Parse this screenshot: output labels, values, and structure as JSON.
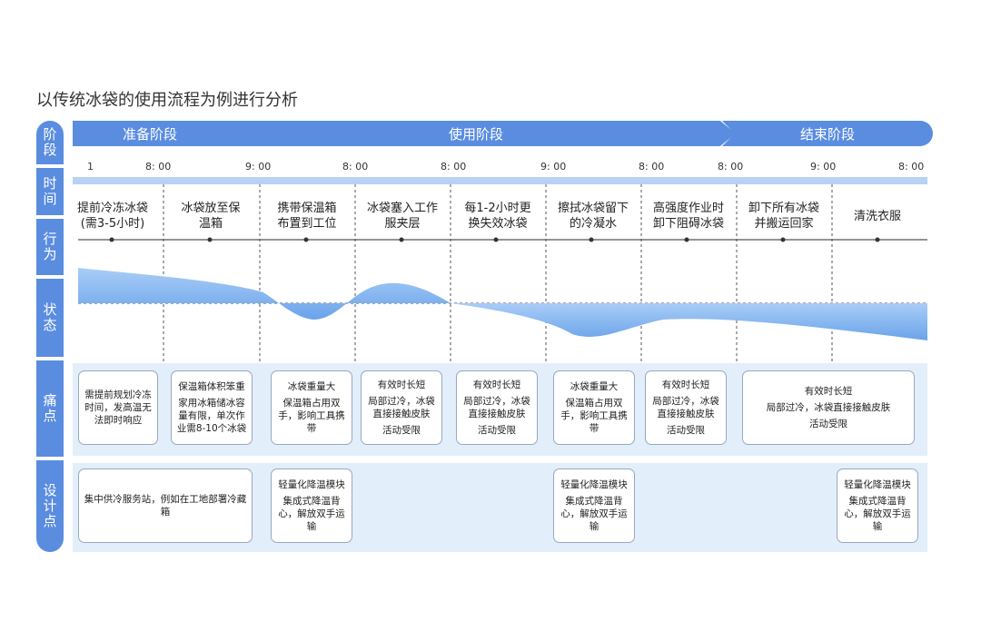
{
  "title": "以传统冰袋的使用流程为例进行分析",
  "row_labels": [
    "阶段",
    "时间",
    "行为",
    "状态",
    "痛点",
    "设计点"
  ],
  "stages": [
    "准备阶段",
    "使用阶段",
    "结束阶段"
  ],
  "times": [
    "1",
    "8: 00",
    "9: 00",
    "8: 00",
    "8: 00",
    "9: 00",
    "8: 00",
    "8: 00",
    "9: 00",
    "8: 00"
  ],
  "behaviors": [
    [
      "提前冷冻冰袋",
      "(需3-5小时)"
    ],
    [
      "冰袋放至保",
      "温箱"
    ],
    [
      "携带保温箱",
      "布置到工位"
    ],
    [
      "冰袋塞入工作",
      "服夹层"
    ],
    [
      "每1-2小时更",
      "换失效冰袋"
    ],
    [
      "擦拭冰袋留下",
      "的冷凝水"
    ],
    [
      "高强度作业时",
      "卸下阻碍冰袋"
    ],
    [
      "卸下所有冰袋",
      "并搬运回家"
    ],
    [
      "清洗衣服"
    ]
  ],
  "pain_points": [
    [
      "需提前规划冷冻时间，发高温无法即时响应"
    ],
    [
      "保温箱体积笨重",
      "家用冰箱储冰容量有限，单次作业需8-10个冰袋"
    ],
    [
      "冰袋重量大",
      "保温箱占用双手，影响工具携带"
    ],
    [
      "有效时长短",
      "局部过冷，冰袋直接接触皮肤",
      "活动受限"
    ],
    [
      "有效时长短",
      "局部过冷，冰袋直接接触皮肤",
      "活动受限"
    ],
    [
      "冰袋重量大",
      "保温箱占用双手，影响工具携带"
    ],
    [
      "有效时长短",
      "局部过冷，冰袋直接接触皮肤",
      "活动受限"
    ],
    [
      "有效时长短",
      "局部过冷，冰袋直接接触皮肤",
      "活动受限"
    ]
  ],
  "design_points": [
    [
      "集中供冷服务站，例如在工地部署冷藏箱"
    ],
    [
      "轻量化降温模块",
      "集成式降温背心，解放双手运输"
    ],
    [
      "轻量化降温模块",
      "集成式降温背心，解放双手运输"
    ],
    [
      "轻量化降温模块",
      "集成式降温背心，解放双手运输"
    ]
  ],
  "colors": {
    "accent": "#5a8de0",
    "band": "#e3eefb",
    "wave": "#7fb0ee"
  }
}
